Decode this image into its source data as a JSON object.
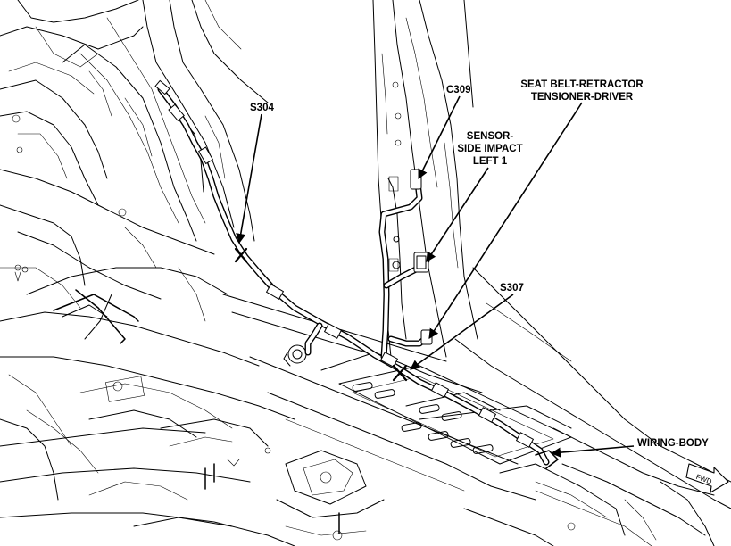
{
  "labels": {
    "s304": "S304",
    "c309": "C309",
    "retractor_line1": "SEAT BELT-RETRACTOR",
    "retractor_line2": "TENSIONER-DRIVER",
    "sensor_line1": "SENSOR-",
    "sensor_line2": "SIDE IMPACT",
    "sensor_line3": "LEFT 1",
    "s307": "S307",
    "wiring_body": "WIRING-BODY",
    "forward_arrow": "FWD"
  }
}
